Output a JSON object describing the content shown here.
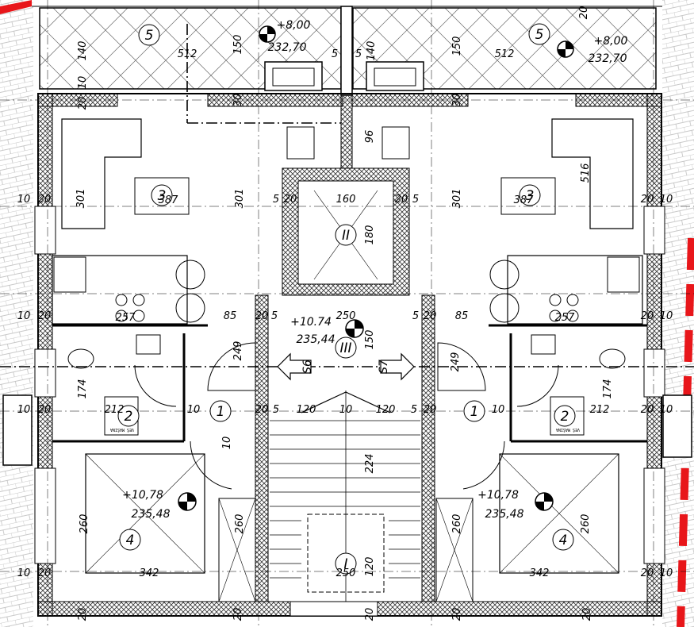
{
  "balcony": {
    "left_room_no": "5",
    "right_room_no": "5",
    "level_top": "+8,00",
    "level_bottom": "232,70",
    "dim_140": "140",
    "dim_150": "150",
    "dim_512": "512",
    "dim_10": "10",
    "dim_20": "20",
    "dim_5": "5",
    "dim_30": "30"
  },
  "living": {
    "room_no": "3",
    "area": "387",
    "dim_301": "301",
    "dim_516": "516",
    "dim_96": "96",
    "dim_10": "10",
    "dim_20": "20",
    "dim_5": "5"
  },
  "elevator": {
    "label": "II",
    "dim_160": "160",
    "dim_180": "180"
  },
  "hall": {
    "room_no": "III",
    "level_top": "+10.74",
    "level_bottom": "235,44",
    "dim_250": "250",
    "dim_150": "150",
    "dim_85": "85",
    "dim_249": "249",
    "dim_20": "20",
    "dim_5": "5",
    "arrow_left": "S6",
    "arrow_right": "S7"
  },
  "kitchen": {
    "dim_257": "257",
    "dim_10": "10",
    "dim_20": "20"
  },
  "entry": {
    "room_no": "1",
    "dim_120": "120",
    "dim_10": "10",
    "dim_20": "20",
    "dim_5": "5"
  },
  "bath": {
    "room_no": "2",
    "area": "212",
    "dim_174": "174",
    "tag": "VEŠ MAŠINA"
  },
  "stair": {
    "room_no": "I",
    "dim_224": "224",
    "dim_250": "250",
    "dim_120": "120",
    "dim_10": "10",
    "dim_20": "20",
    "dim_5": "5"
  },
  "bedroom": {
    "room_no": "4",
    "level_top": "+10,78",
    "level_bottom": "235,48",
    "dim_260": "260",
    "dim_342": "342",
    "dim_10": "10",
    "dim_20": "20"
  },
  "misc": {
    "dim_10": "10"
  },
  "colors": {
    "line": "#000000",
    "axis": "#000000",
    "hatch": "#555555",
    "accent_red": "#e8161a",
    "background": "#ffffff",
    "grid_bg": "#b8b8b8"
  }
}
